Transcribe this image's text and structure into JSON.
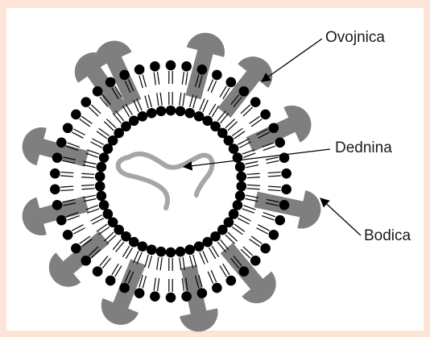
{
  "labels": {
    "envelope": "Ovojnica",
    "genome": "Dednina",
    "spike": "Bodica"
  },
  "colors": {
    "background": "#fce4d9",
    "panel": "#ffffff",
    "spike_fill": "#7f7f7f",
    "lipid_head": "#000000",
    "genome_strand": "#a6a6a6",
    "line": "#000000"
  }
}
